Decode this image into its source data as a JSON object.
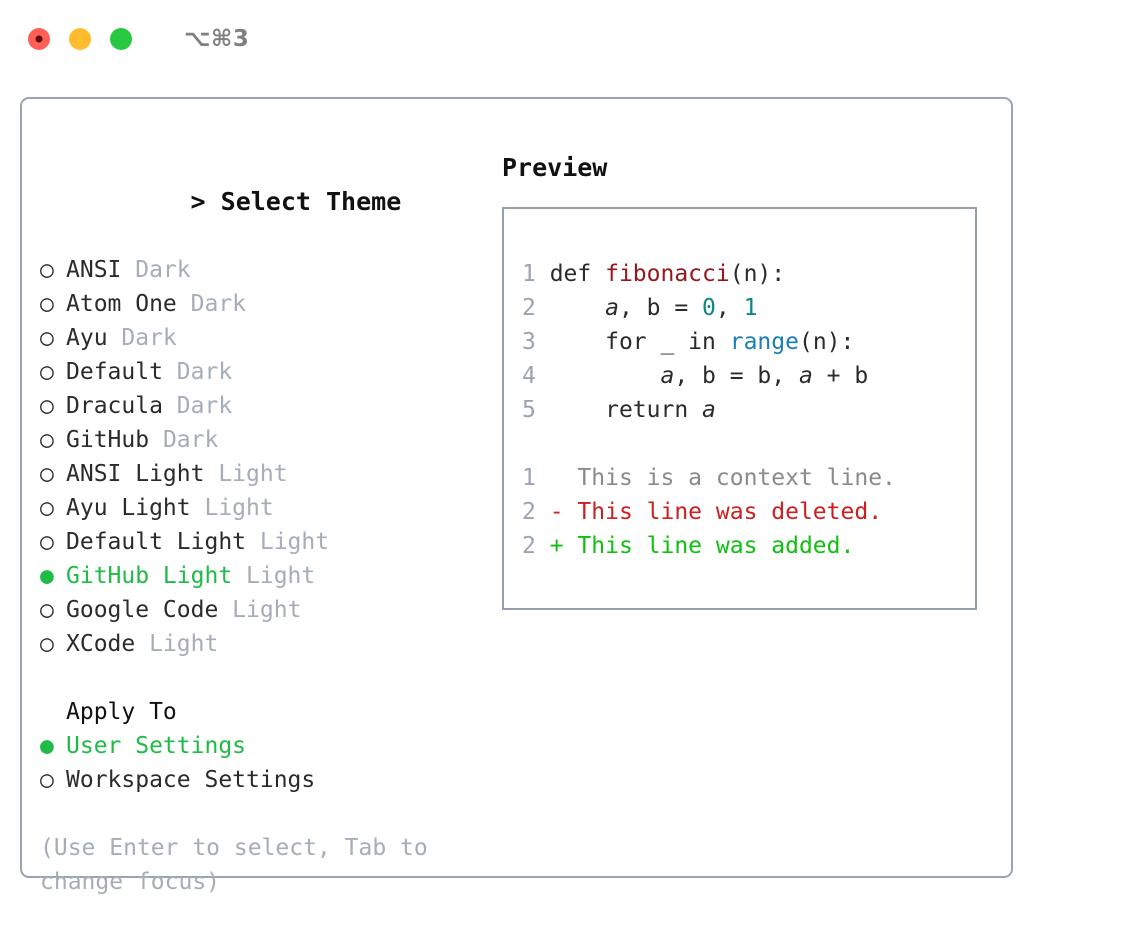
{
  "titlebar": {
    "shortcut": "⌥⌘3",
    "lights": [
      {
        "name": "close",
        "color": "#ff5f57"
      },
      {
        "name": "minimize",
        "color": "#febc2e"
      },
      {
        "name": "maximize",
        "color": "#28c840"
      }
    ]
  },
  "colors": {
    "selected": "#1fbb47",
    "muted": "#a5adb8",
    "border": "#9aa5b1",
    "text": "#2b2b2b",
    "func": "#99171c",
    "number": "#0e8686",
    "builtin": "#1a7fb5",
    "diff_removed": "#cc1f1f",
    "diff_added": "#10c010",
    "diff_context": "#8a8a8a"
  },
  "theme_picker": {
    "caret": ">",
    "title": "Select Theme",
    "marker_unselected": "○",
    "marker_selected": "●",
    "items": [
      {
        "label": "ANSI",
        "suffix": "Dark",
        "selected": false
      },
      {
        "label": "Atom One",
        "suffix": "Dark",
        "selected": false
      },
      {
        "label": "Ayu",
        "suffix": "Dark",
        "selected": false
      },
      {
        "label": "Default",
        "suffix": "Dark",
        "selected": false
      },
      {
        "label": "Dracula",
        "suffix": "Dark",
        "selected": false
      },
      {
        "label": "GitHub",
        "suffix": "Dark",
        "selected": false
      },
      {
        "label": "ANSI Light",
        "suffix": "Light",
        "selected": false
      },
      {
        "label": "Ayu Light",
        "suffix": "Light",
        "selected": false
      },
      {
        "label": "Default Light",
        "suffix": "Light",
        "selected": false
      },
      {
        "label": "GitHub Light",
        "suffix": "Light",
        "selected": true
      },
      {
        "label": "Google Code",
        "suffix": "Light",
        "selected": false
      },
      {
        "label": "XCode",
        "suffix": "Light",
        "selected": false
      }
    ]
  },
  "apply_to": {
    "title": "Apply To",
    "items": [
      {
        "label": "User Settings",
        "selected": true
      },
      {
        "label": "Workspace Settings",
        "selected": false
      }
    ]
  },
  "hint": "(Use Enter to select, Tab to change focus)",
  "preview": {
    "title": "Preview",
    "code_lines": [
      {
        "no": "1",
        "tokens": [
          {
            "t": "def ",
            "k": "plain"
          },
          {
            "t": "fibonacci",
            "k": "func"
          },
          {
            "t": "(n):",
            "k": "plain"
          }
        ]
      },
      {
        "no": "2",
        "tokens": [
          {
            "t": "    ",
            "k": "plain"
          },
          {
            "t": "a",
            "k": "var"
          },
          {
            "t": ", b = ",
            "k": "plain"
          },
          {
            "t": "0",
            "k": "num"
          },
          {
            "t": ", ",
            "k": "plain"
          },
          {
            "t": "1",
            "k": "num"
          }
        ]
      },
      {
        "no": "3",
        "tokens": [
          {
            "t": "    for _ in ",
            "k": "plain"
          },
          {
            "t": "range",
            "k": "builtin"
          },
          {
            "t": "(n):",
            "k": "plain"
          }
        ]
      },
      {
        "no": "4",
        "tokens": [
          {
            "t": "        ",
            "k": "plain"
          },
          {
            "t": "a",
            "k": "var"
          },
          {
            "t": ", b = b, ",
            "k": "plain"
          },
          {
            "t": "a",
            "k": "var"
          },
          {
            "t": " + b",
            "k": "plain"
          }
        ]
      },
      {
        "no": "5",
        "tokens": [
          {
            "t": "    return ",
            "k": "plain"
          },
          {
            "t": "a",
            "k": "var"
          }
        ]
      }
    ],
    "diff_lines": [
      {
        "no": "1",
        "marker": " ",
        "text": "This is a context line.",
        "kind": "context"
      },
      {
        "no": "2",
        "marker": "-",
        "text": "This line was deleted.",
        "kind": "removed"
      },
      {
        "no": "2",
        "marker": "+",
        "text": "This line was added.",
        "kind": "added"
      }
    ]
  }
}
